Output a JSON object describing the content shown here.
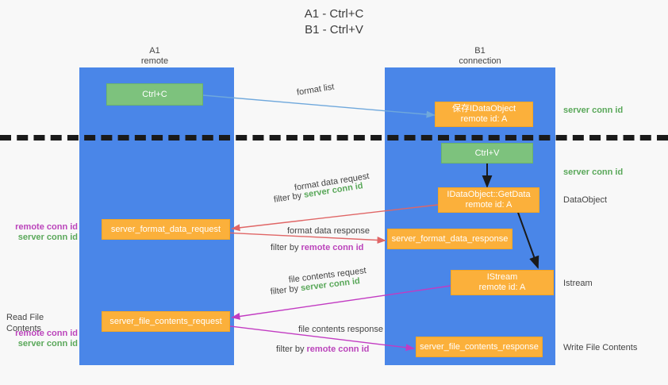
{
  "title": "A1 - Ctrl+C\nB1 - Ctrl+V",
  "colors": {
    "lane": "#4a86e8",
    "green_box": "#7dc27d",
    "orange_box": "#fbb03b",
    "server_conn_text": "#5aa85a",
    "remote_conn_text": "#bb44bb",
    "blue_arrow": "#6fa8dc",
    "red_arrow": "#e06666",
    "magenta_arrow": "#c23bc2",
    "black_arrow": "#1a1a1a",
    "background": "#f8f8f8"
  },
  "columns": {
    "left": {
      "header": "A1\nremote"
    },
    "right": {
      "header": "B1\nconnection"
    }
  },
  "nodes": {
    "ctrl_c": "Ctrl+C",
    "ctrl_v": "Ctrl+V",
    "save_idataobject": "保存IDataObject\nremote id: A",
    "getdata": "IDataObject::GetData\nremote id: A",
    "istream": "IStream\nremote id: A",
    "server_format_data_request": "server_format_data_request",
    "server_format_data_response": "server_format_data_response",
    "server_file_contents_request": "server_file_contents_request",
    "server_file_contents_response": "server_file_contents_response"
  },
  "edges": {
    "format_list": "format list",
    "format_data_request": "format data request",
    "format_data_request_filter_prefix": "filter by ",
    "format_data_request_filter_value": "server conn id",
    "format_data_response": "format data response",
    "format_data_response_filter_prefix": "filter by ",
    "format_data_response_filter_value": "remote conn id",
    "file_contents_request": "file contents request",
    "file_contents_request_filter_prefix": "filter by ",
    "file_contents_request_filter_value": "server conn id",
    "file_contents_response": "file contents response",
    "file_contents_response_filter_prefix": "filter by ",
    "file_contents_response_filter_value": "remote conn id"
  },
  "right_labels": {
    "server_conn_id_top": "server conn id",
    "server_conn_id_mid": "server conn id",
    "dataobject": "DataObject",
    "istream": "Istream",
    "write_file_contents": "Write File Contents"
  },
  "left_labels": {
    "remote_conn_id_upper": "remote conn id",
    "server_conn_id_upper": "server conn id",
    "read_file_contents": "Read File Contents",
    "remote_conn_id_lower": "remote conn id",
    "server_conn_id_lower": "server conn id"
  }
}
